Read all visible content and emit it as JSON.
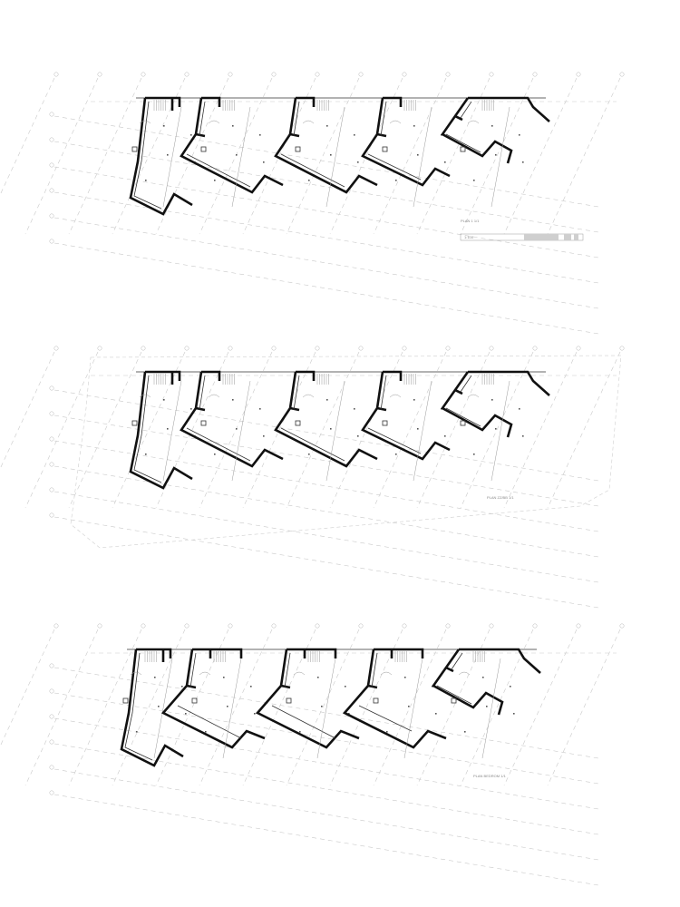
{
  "drawing": {
    "plans": [
      {
        "id": "plan-top",
        "label": "PLAN 1 1/1",
        "scale_text": "1:100",
        "has_scale_bar": true,
        "has_site_outline": false
      },
      {
        "id": "plan-middle",
        "label": "PLAN ZZ/BB 1/1",
        "has_scale_bar": false,
        "has_site_outline": true
      },
      {
        "id": "plan-bottom",
        "label": "PLAN BEDROM 1/1",
        "has_scale_bar": false,
        "has_site_outline": false
      }
    ],
    "units_per_plan": 5,
    "colors": {
      "wall": "#111111",
      "grid": "#c9c9c9",
      "site_outline": "#cfcfcf"
    }
  }
}
